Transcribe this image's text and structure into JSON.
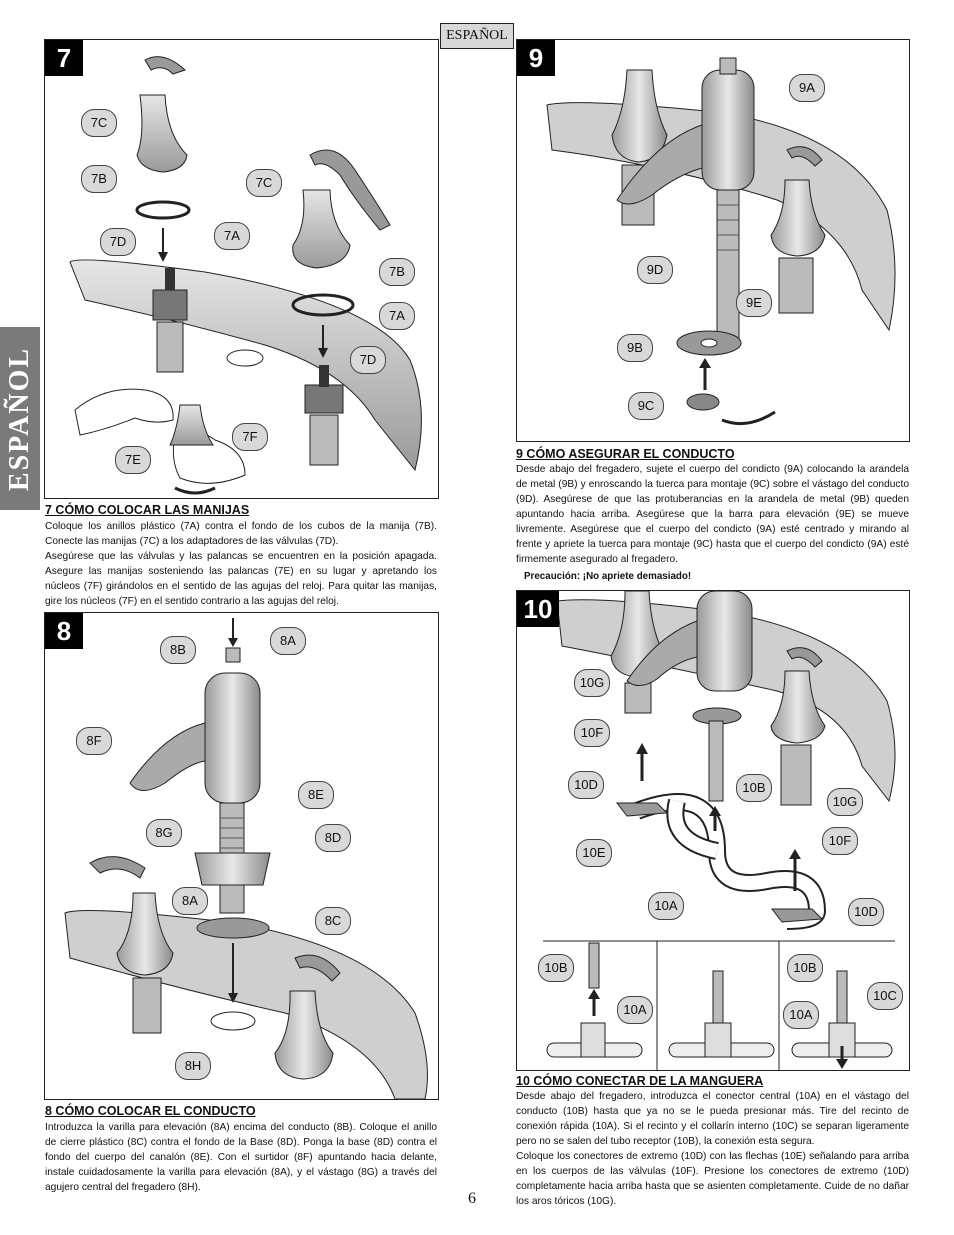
{
  "sidebar": {
    "language": "ESPAÑOL"
  },
  "header": {
    "language_label": "ESPAÑOL"
  },
  "step7": {
    "number": "7",
    "callouts": [
      "7C",
      "7B",
      "7C",
      "7A",
      "7D",
      "7B",
      "7A",
      "7D",
      "7F",
      "7E"
    ],
    "title": "7  CÓMO COLOCAR LAS MANIJAS",
    "para1": "Coloque los anillos plástico (7A) contra el fondo de los cubos de la manija (7B). Conecte las manijas (7C) a los adaptadores de las válvulas (7D).",
    "para2": "Asegúrese que las válvulas y las palancas se encuentren en la posición apagada. Asegure las manijas sosteniendo las palancas (7E) en su lugar y apretando los núcleos (7F) girándolos en el sentido de las agujas del reloj. Para quitar las manijas, gire los núcleos (7F) en el sentido contrario a las agujas del reloj."
  },
  "step8": {
    "number": "8",
    "callouts": [
      "8B",
      "8A",
      "8F",
      "8E",
      "8G",
      "8D",
      "8A",
      "8C",
      "8H"
    ],
    "title": "8  CÓMO COLOCAR EL CONDUCTO",
    "body": "Introduzca la varilla para elevación (8A) encima del conducto (8B). Coloque el anillo de cierre plástico (8C) contra el fondo de la Base (8D). Ponga la base (8D) contra el fondo del cuerpo del canalón (8E). Con el surtidor (8F) apuntando hacia delante, instale cuidadosamente la varilla para elevación (8A), y el vástago (8G) a través del agujero central del fregadero (8H)."
  },
  "step9": {
    "number": "9",
    "callouts": [
      "9A",
      "9D",
      "9E",
      "9B",
      "9C"
    ],
    "title": "9  CÓMO ASEGURAR EL CONDUCTO",
    "body": "Desde abajo del fregadero, sujete el cuerpo del condicto (9A) colocando la arandela de metal (9B) y enroscando la tuerca para montaje (9C) sobre el vástago del conducto (9D). Asegúrese de que las protuberancias en la arandela de metal (9B) queden apuntando hacia arriba. Asegúrese que la barra para elevación (9E) se mueve livremente. Asegúrese que el cuerpo del condicto (9A) esté centrado y mirando al frente y apriete la tuerca para montaje (9C) hasta que el cuerpo del condicto (9A) esté firmemente asegurado al fregadero.",
    "caution": "Precaución: ¡No apriete demasiado!"
  },
  "step10": {
    "number": "10",
    "callouts": [
      "10G",
      "10F",
      "10D",
      "10B",
      "10G",
      "10F",
      "10E",
      "10A",
      "10D",
      "10B",
      "10A",
      "10B",
      "10C",
      "10A"
    ],
    "title": "10  CÓMO CONECTAR DE LA MANGUERA",
    "para1": "Desde abajo del fregadero, introduzca el conector central (10A) en el vástago del conducto (10B) hasta que ya no se le pueda presionar más. Tire del recinto de conexión rápida (10A). Si el recinto y el collarín interno (10C) se separan ligeramente pero no se salen del tubo receptor (10B), la conexión esta segura.",
    "para2": "Coloque los conectores de extremo (10D) con las flechas (10E) señalando para arriba en los cuerpos de las válvulas (10F). Presione los conectores de extremo (10D) completamente hacia arriba hasta que se asienten completamente. Cuide de no dañar los aros tóricos (10G)."
  },
  "footer": {
    "page_number": "6"
  }
}
